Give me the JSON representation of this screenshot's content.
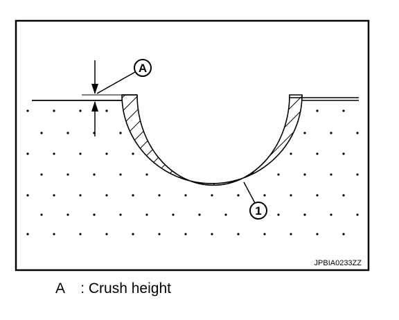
{
  "figure": {
    "code": "JPBIA0233ZZ",
    "callouts": [
      {
        "id": "A",
        "label": "A"
      },
      {
        "id": "1",
        "label": "1"
      }
    ]
  },
  "legend": [
    {
      "key": "A",
      "separator": ":",
      "text": "Crush height"
    }
  ]
}
